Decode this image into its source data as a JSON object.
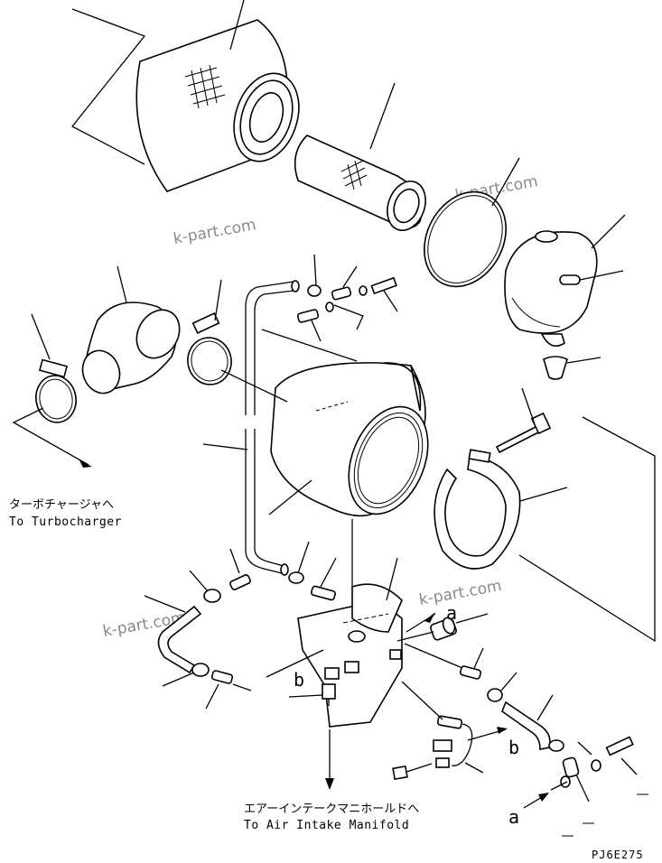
{
  "labels": {
    "to_turbocharger_jp": "ターボチャージャへ",
    "to_turbocharger_en": "To Turbocharger",
    "to_intake_jp": "エアーインテークマニホールドへ",
    "to_intake_en": "To Air Intake Manifold",
    "ref_a_top": "a",
    "ref_b_left": "b",
    "ref_b_right": "b",
    "ref_a_bottom": "a",
    "drawing_code": "PJ6E275"
  },
  "watermarks": {
    "top_right": "k-part.com",
    "mid_left": "k-part.com",
    "mid_right": "k-part.com",
    "lower_left": "k-part.com"
  }
}
